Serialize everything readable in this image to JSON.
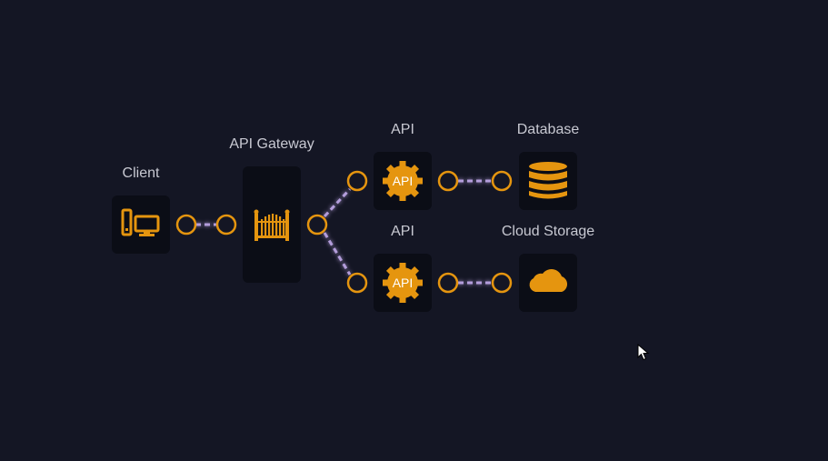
{
  "diagram": {
    "accent_color": "#e5950f",
    "link_color": "#b39ddb",
    "background_color": "#141624",
    "node_color": "#0b0d16",
    "label_color": "#c8c9d2",
    "nodes": {
      "client": {
        "label": "Client",
        "icon": "client-devices-icon"
      },
      "gateway": {
        "label": "API Gateway",
        "icon": "gate-icon"
      },
      "api_top": {
        "label": "API",
        "icon": "api-gear-icon",
        "icon_text": "API"
      },
      "api_bottom": {
        "label": "API",
        "icon": "api-gear-icon",
        "icon_text": "API"
      },
      "database": {
        "label": "Database",
        "icon": "database-icon"
      },
      "cloud_storage": {
        "label": "Cloud Storage",
        "icon": "cloud-icon"
      }
    }
  }
}
